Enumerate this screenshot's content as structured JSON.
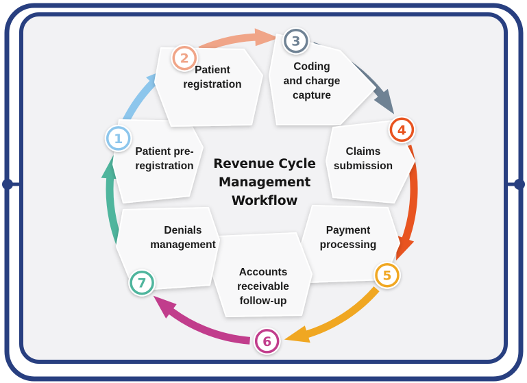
{
  "title": {
    "lines": [
      "Revenue Cycle",
      "Management",
      "Workflow"
    ]
  },
  "steps": [
    {
      "number": "1",
      "lines": [
        "Patient pre-",
        "registration"
      ],
      "color": "#8dc6ec"
    },
    {
      "number": "2",
      "lines": [
        "Patient",
        "registration"
      ],
      "color": "#f0a588"
    },
    {
      "number": "3",
      "lines": [
        "Coding",
        "and charge",
        "capture"
      ],
      "color": "#6f8294"
    },
    {
      "number": "4",
      "lines": [
        "Claims",
        "submission"
      ],
      "color": "#e85420"
    },
    {
      "number": "5",
      "lines": [
        "Payment",
        "processing"
      ],
      "color": "#f0a722"
    },
    {
      "number": "6",
      "lines": [
        "Accounts",
        "receivable",
        "follow-up"
      ],
      "color": "#c13d8c"
    },
    {
      "number": "7",
      "lines": [
        "Denials",
        "management"
      ],
      "color": "#4fb59d"
    }
  ],
  "colors": {
    "frame": "#283f80",
    "panel_background": "#f2f2f4",
    "card_background": "#f8f8f9",
    "text": "#1c1c1c"
  }
}
